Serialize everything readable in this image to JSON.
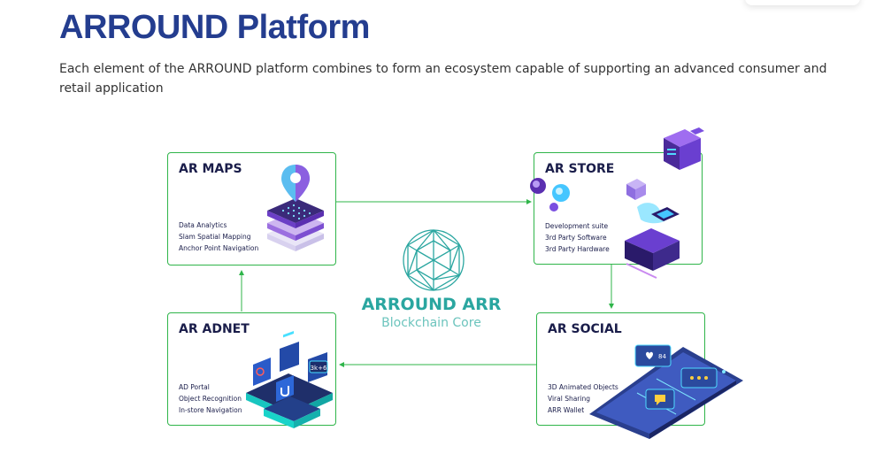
{
  "header": {
    "title": "ARROUND Platform",
    "subtitle": "Each element of the ARROUND platform combines to form an ecosystem capable of supporting an advanced consumer and retail application"
  },
  "core": {
    "name": "ARROUND ARR",
    "subtitle": "Blockchain Core",
    "icon": "geodesic-sphere-icon"
  },
  "modules": {
    "maps": {
      "title": "AR MAPS",
      "features": [
        "Data Analytics",
        "Slam Spatial Mapping",
        "Anchor Point Navigation"
      ],
      "icon": "map-pin-isometric-icon"
    },
    "store": {
      "title": "AR STORE",
      "features": [
        "Development suite",
        "3rd Party Software",
        "3rd Party Hardware"
      ],
      "icon": "isometric-cubes-icon"
    },
    "adnet": {
      "title": "AR ADNET",
      "features": [
        "AD Portal",
        "Object Recognition",
        "In-store Navigation"
      ],
      "icon": "isometric-screens-icon",
      "badge": "3k+6"
    },
    "social": {
      "title": "AR SOCIAL",
      "features": [
        "3D Animated Objects",
        "Viral Sharing",
        "ARR Wallet"
      ],
      "icon": "smartphone-social-icon",
      "likes": "84"
    }
  },
  "colors": {
    "title": "#243d8f",
    "border": "#2fb54a",
    "teal": "#2aa6a0",
    "navy": "#1a1d4a"
  }
}
